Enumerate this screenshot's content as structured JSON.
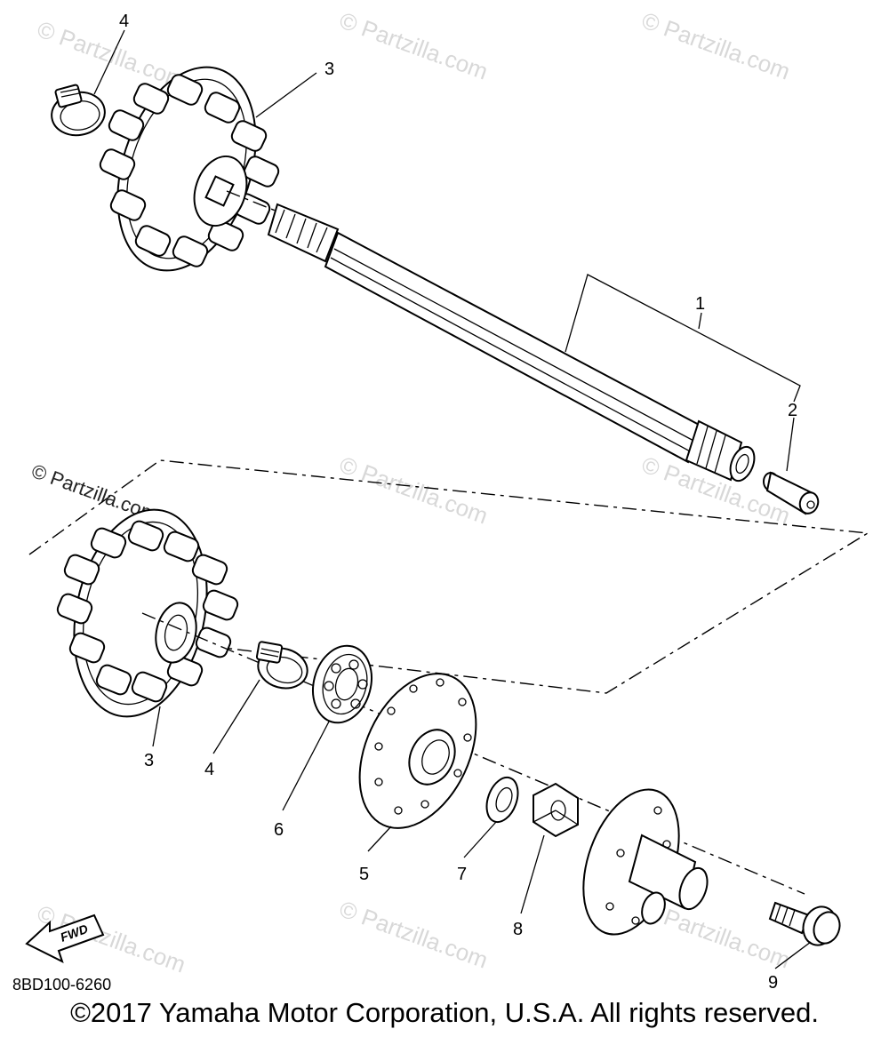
{
  "watermarks": {
    "text": "© Partzilla.com",
    "dark_text": "© Partzilla.com"
  },
  "callouts": {
    "c1": "1",
    "c2": "2",
    "c3_top": "3",
    "c4_top": "4",
    "c3_bottom": "3",
    "c4_bottom": "4",
    "c5": "5",
    "c6": "6",
    "c7": "7",
    "c8": "8",
    "c9": "9"
  },
  "fwd_label": "FWD",
  "drawing_number": "8BD100-6260",
  "copyright": "©2017 Yamaha Motor Corporation, U.S.A. All rights reserved."
}
